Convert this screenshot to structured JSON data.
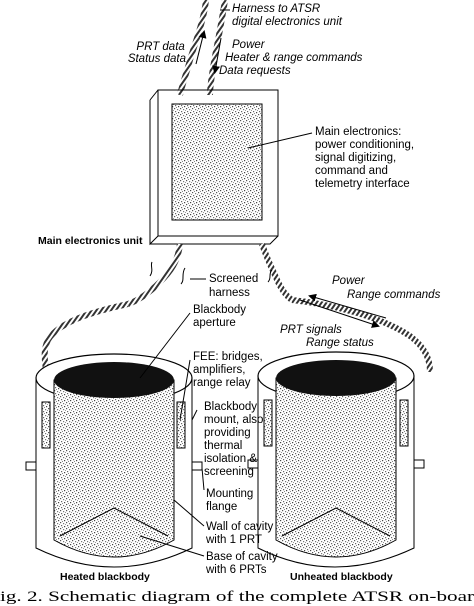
{
  "top_harness": {
    "label_lines": [
      "Harness to ATSR",
      "digital electronics unit"
    ],
    "left_signals": [
      "PRT data",
      "Status data"
    ],
    "right_signals": [
      "Power",
      "Heater & range commands",
      "Data requests"
    ]
  },
  "main_unit": {
    "title": "Main electronics unit",
    "callout_lines": [
      "Main electronics:",
      "power conditioning,",
      "signal digitizing,",
      "command and",
      "telemetry interface"
    ]
  },
  "screened_harness_lines": [
    "Screened",
    "harness"
  ],
  "right_harness": {
    "outgoing": [
      "Power",
      "Range commands"
    ],
    "incoming": [
      "PRT signals",
      "Range status"
    ]
  },
  "heated_callouts": [
    [
      "Blackbody",
      "aperture"
    ],
    [
      "FEE: bridges,",
      "amplifiers,",
      "range relay"
    ],
    [
      "Blackbody",
      "mount, also",
      "providing",
      "thermal",
      "isolation &",
      "screening"
    ],
    [
      "Mounting",
      "flange"
    ],
    [
      "Wall of cavity",
      "with 1 PRT"
    ],
    [
      "Base of cavity",
      "with 6 PRTs"
    ]
  ],
  "heated_label": "Heated blackbody",
  "unheated_label": "Unheated blackbody",
  "caption": "ig. 2. Schematic diagram of the complete ATSR on-boar",
  "colors": {
    "line": "#000000",
    "speckle": "#9a9a9a",
    "background": "#ffffff",
    "dark": "#111111"
  }
}
